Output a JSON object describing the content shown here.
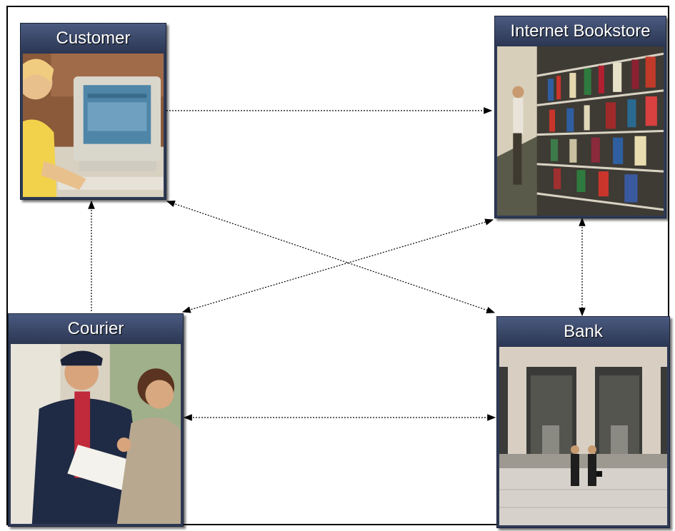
{
  "nodes": {
    "customer": {
      "label": "Customer"
    },
    "bookstore": {
      "label": "Internet Bookstore"
    },
    "courier": {
      "label": "Courier"
    },
    "bank": {
      "label": "Bank"
    }
  },
  "colors": {
    "node_header": "#2e3a55",
    "connector": "#000000"
  }
}
